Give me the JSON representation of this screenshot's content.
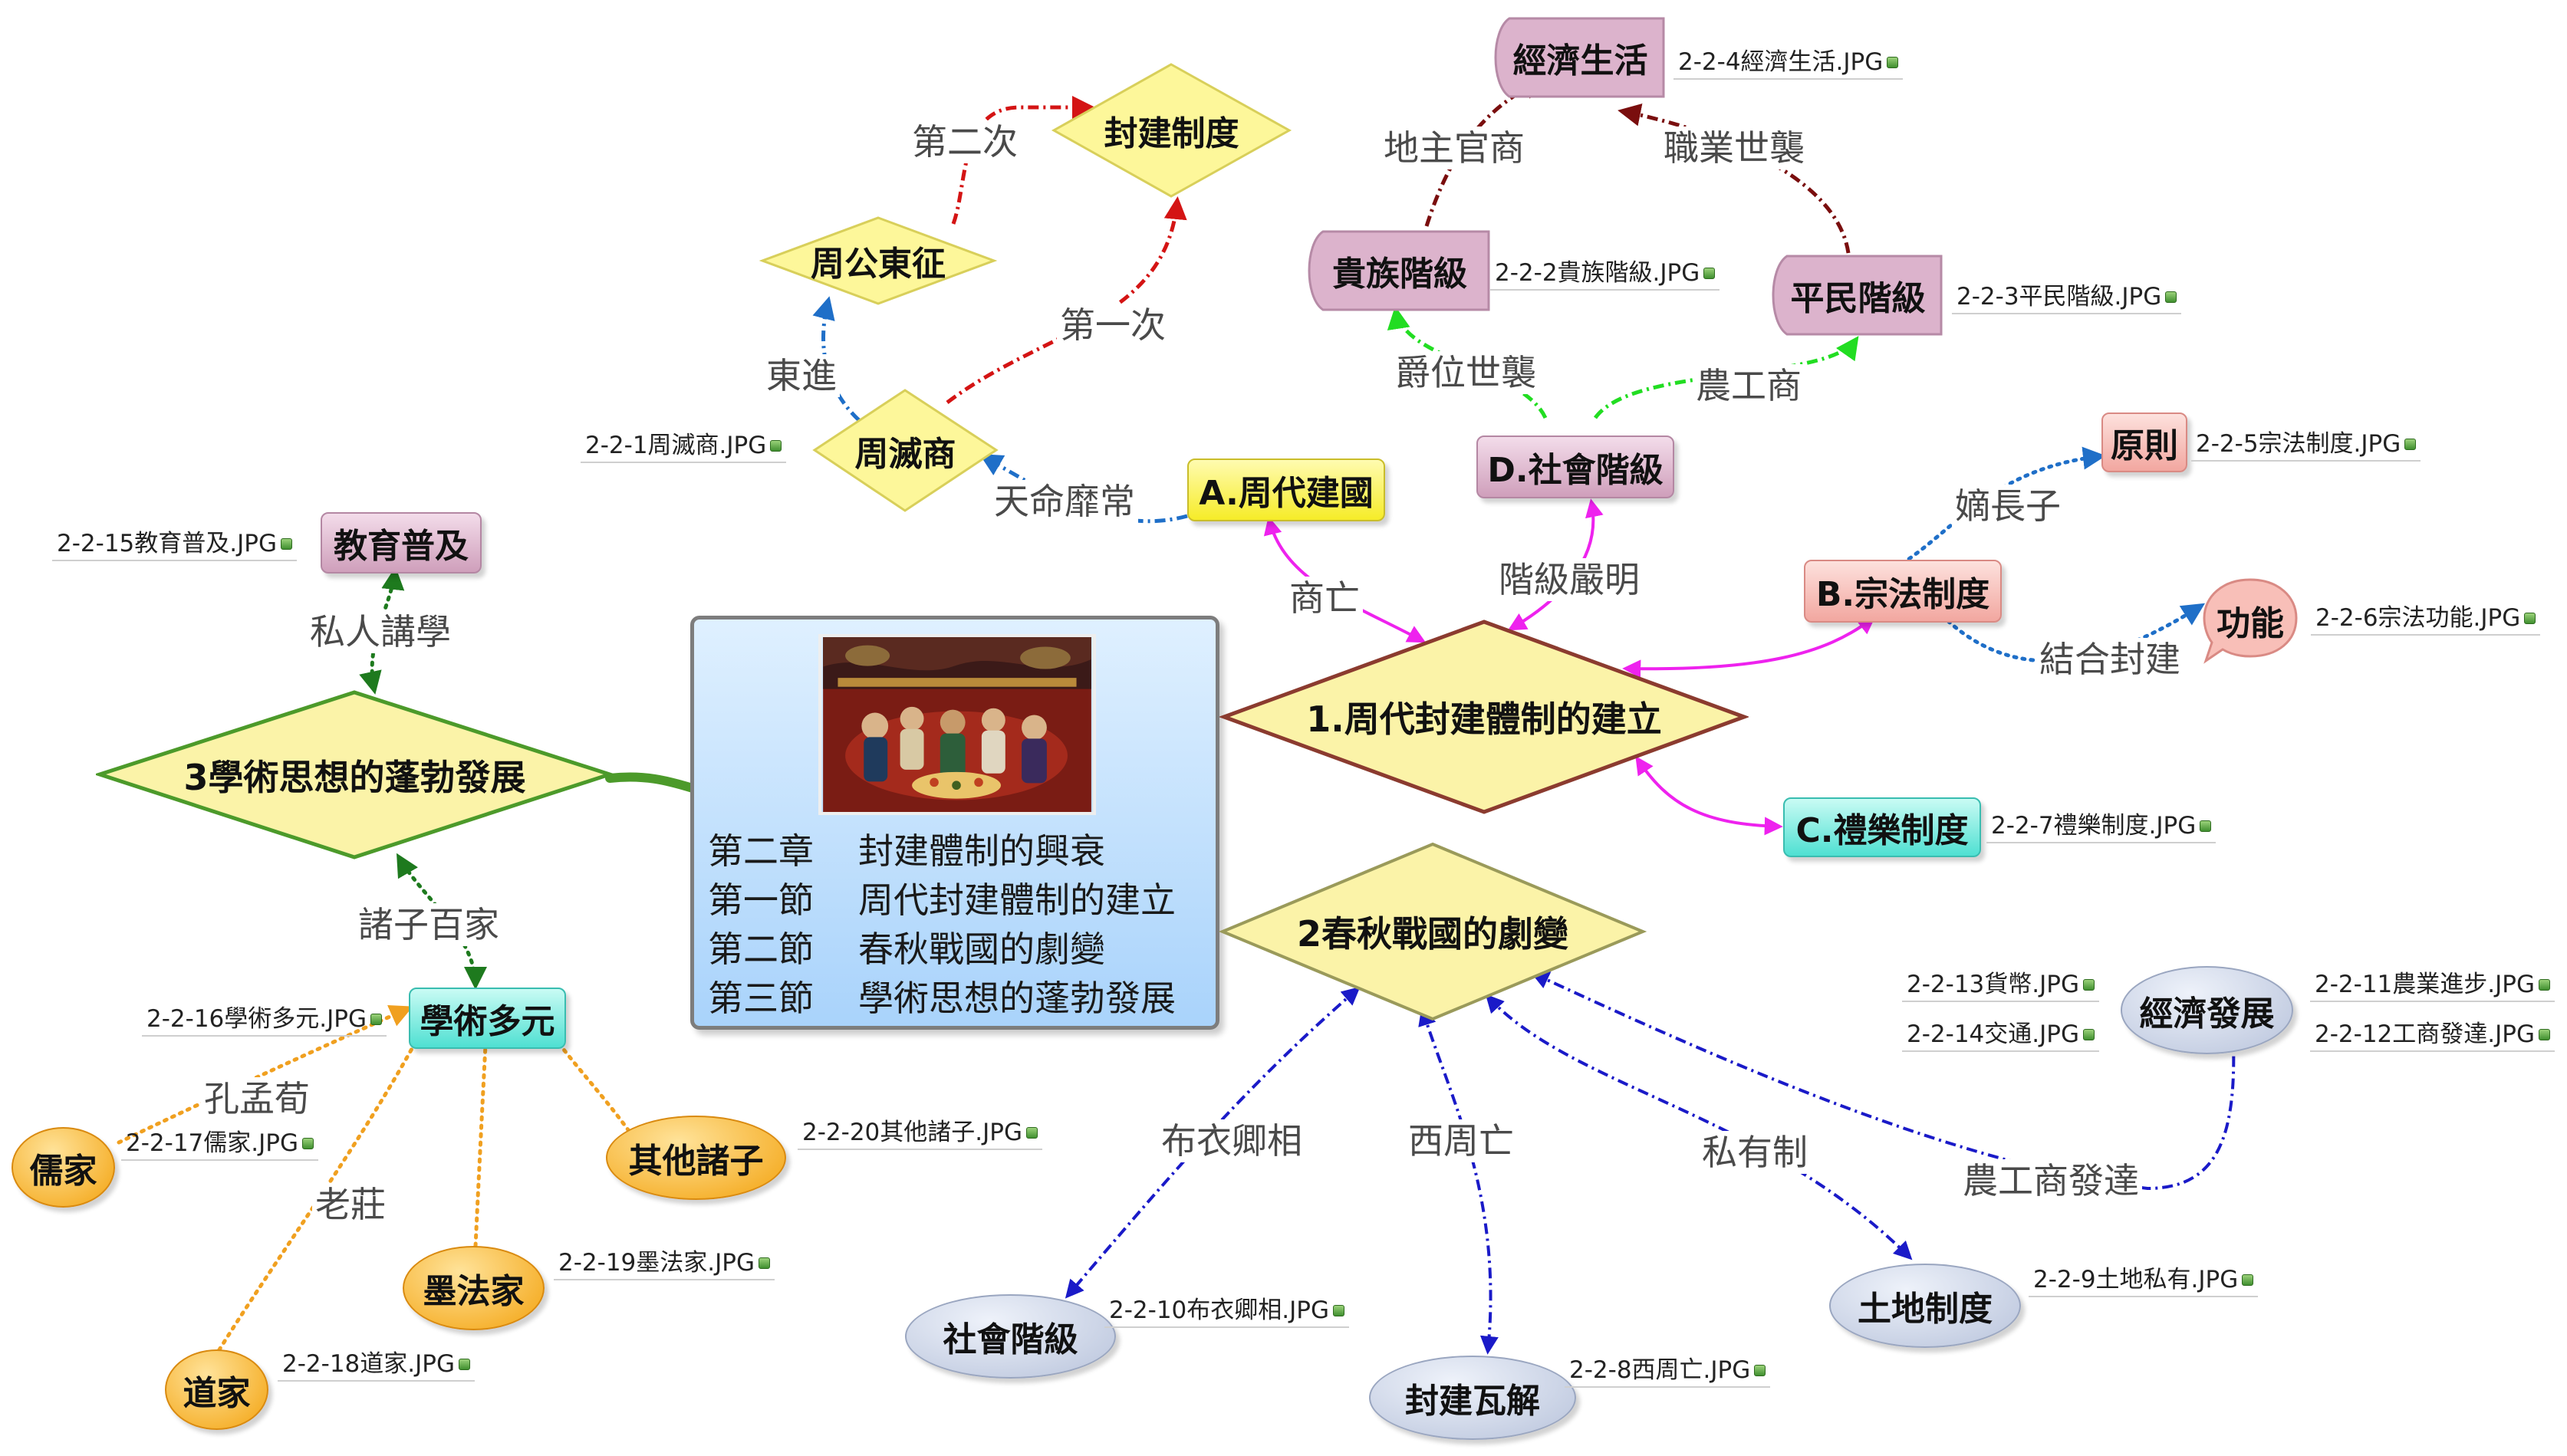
{
  "center": {
    "image": "banquet-painting",
    "lines": [
      {
        "a": "第二章",
        "b": "封建體制的興衰"
      },
      {
        "a": "第一節",
        "b": "周代封建體制的建立"
      },
      {
        "a": "第二節",
        "b": "春秋戰國的劇變"
      },
      {
        "a": "第三節",
        "b": "學術思想的蓬勃發展"
      }
    ]
  },
  "colors": {
    "diamond_fill": "#fbf3a8",
    "diamond_stroke": "#8b3b2f",
    "green_diamond_stroke": "#4c9a2a",
    "pink_arrow": "#ee22ee",
    "navy_arrow": "#1a1ac8",
    "blue_dotted": "#1f6fc8",
    "red_dashed": "#d41414",
    "green_dashed": "#22dd22",
    "maroon_dashed": "#7a0e0e",
    "orange_dotted": "#f0a020",
    "dark_green_dotted": "#1e7a1e"
  },
  "nodes": {
    "main1": "1.周代封建體制的建立",
    "main2": "2春秋戰國的劇變",
    "main3": "3學術思想的蓬勃發展",
    "a": "A.周代建國",
    "b": "B.宗法制度",
    "c": "C.禮樂制度",
    "d": "D.社會階級",
    "zhou_mie_shang": "周滅商",
    "zhou_gong": "周公東征",
    "fengjian_zhidu": "封建制度",
    "guizu": "貴族階級",
    "pingmin": "平民階級",
    "jingji_shenghuo": "經濟生活",
    "yuanze": "原則",
    "gongneng": "功能",
    "shehui_jieji": "社會階級",
    "fengjian_wajie": "封建瓦解",
    "tudi_zhidu": "土地制度",
    "jingji_fazhan": "經濟發展",
    "jiaoyu": "教育普及",
    "xueshu": "學術多元",
    "rujia": "儒家",
    "daojia": "道家",
    "mofajia": "墨法家",
    "qita": "其他諸子"
  },
  "edge_labels": {
    "shang_wang": "商亡",
    "jieji_yanming": "階級嚴明",
    "tianming": "天命靡常",
    "dongjin": "東進",
    "di_yi_ci": "第一次",
    "di_er_ci": "第二次",
    "jue_wei": "爵位世襲",
    "nong_gong_shang": "農工商",
    "di_zhu": "地主官商",
    "zhi_ye": "職業世襲",
    "di_zhang_zi": "嫡長子",
    "jie_he": "結合封建",
    "bu_yi": "布衣卿相",
    "xi_zhou_wang": "西周亡",
    "si_you": "私有制",
    "ngs_fada": "農工商發達",
    "si_ren": "私人講學",
    "zhu_zi": "諸子百家",
    "kong_meng": "孔孟荀",
    "lao_zhuang": "老莊"
  },
  "attachments": {
    "a1": "2-2-1周滅商.JPG",
    "a2": "2-2-2貴族階級.JPG",
    "a3": "2-2-3平民階級.JPG",
    "a4": "2-2-4經濟生活.JPG",
    "a5": "2-2-5宗法制度.JPG",
    "a6": "2-2-6宗法功能.JPG",
    "a7": "2-2-7禮樂制度.JPG",
    "a8": "2-2-8西周亡.JPG",
    "a9": "2-2-9土地私有.JPG",
    "a10": "2-2-10布衣卿相.JPG",
    "a11": "2-2-11農業進步.JPG",
    "a12": "2-2-12工商發達.JPG",
    "a13": "2-2-13貨幣.JPG",
    "a14": "2-2-14交通.JPG",
    "a15": "2-2-15教育普及.JPG",
    "a16": "2-2-16學術多元.JPG",
    "a17": "2-2-17儒家.JPG",
    "a18": "2-2-18道家.JPG",
    "a19": "2-2-19墨法家.JPG",
    "a20": "2-2-20其他諸子.JPG"
  }
}
